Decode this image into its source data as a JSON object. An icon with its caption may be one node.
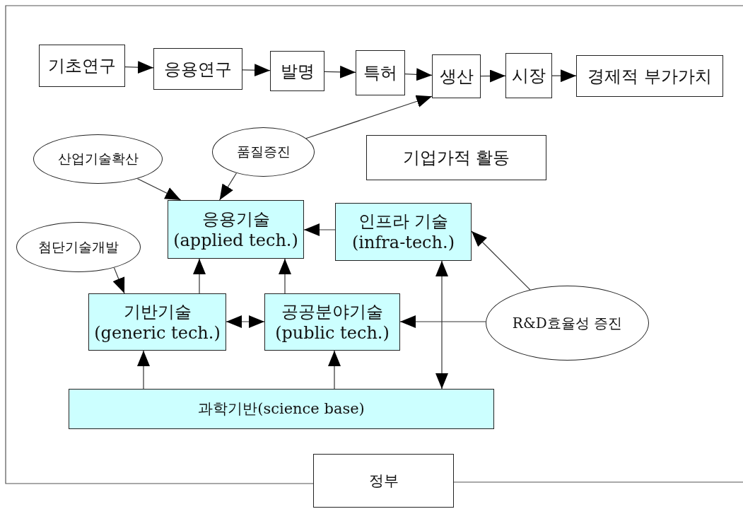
{
  "diagram": {
    "nodes": [
      {
        "text": [
          "기초연구"
        ]
      },
      {
        "text": [
          "응용연구"
        ]
      },
      {
        "text": [
          "발명"
        ]
      },
      {
        "text": [
          "특허"
        ]
      },
      {
        "text": [
          "생산"
        ]
      },
      {
        "text": [
          "시장"
        ]
      },
      {
        "text": [
          "경제적 부가가치"
        ]
      },
      {
        "text": [
          "산업기술확산"
        ]
      },
      {
        "text": [
          "품질증진"
        ]
      },
      {
        "text": [
          "기업가적 활동"
        ]
      },
      {
        "text": [
          "응용기술",
          "(applied tech.)"
        ]
      },
      {
        "text": [
          "인프라 기술",
          "(infra-tech.)"
        ]
      },
      {
        "text": [
          "첨단기술개발"
        ]
      },
      {
        "text": [
          "기반기술",
          "(generic tech.)"
        ]
      },
      {
        "text": [
          "공공분야기술",
          "(public tech.)"
        ]
      },
      {
        "text": [
          "R&D효율성 증진"
        ]
      },
      {
        "text": [
          "과학기반(science base)"
        ]
      },
      {
        "text": [
          "정부"
        ]
      }
    ],
    "edges": [
      {
        "from": 0,
        "to": 1,
        "arrow": "to"
      },
      {
        "from": 1,
        "to": 2,
        "arrow": "to"
      },
      {
        "from": 2,
        "to": 3,
        "arrow": "to"
      },
      {
        "from": 3,
        "to": 4,
        "arrow": "to"
      },
      {
        "from": 4,
        "to": 5,
        "arrow": "to"
      },
      {
        "from": 5,
        "to": 6,
        "arrow": "to"
      },
      {
        "from": 8,
        "to": 4,
        "arrow": "to"
      },
      {
        "from": 7,
        "to": 10,
        "arrow": "to"
      },
      {
        "from": 8,
        "to": 10,
        "arrow": "to"
      },
      {
        "from": 11,
        "to": 10,
        "arrow": "to"
      },
      {
        "from": 12,
        "to": 13,
        "arrow": "to"
      },
      {
        "from": 13,
        "to": 10,
        "arrow": "to"
      },
      {
        "from": 14,
        "to": 10,
        "arrow": "to"
      },
      {
        "from": 13,
        "to": 14,
        "arrow": "both"
      },
      {
        "from": 15,
        "to": 14,
        "arrow": "to"
      },
      {
        "from": 15,
        "to": 11,
        "arrow": "to"
      },
      {
        "from": 16,
        "to": 13,
        "arrow": "to"
      },
      {
        "from": 16,
        "to": 14,
        "arrow": "to"
      },
      {
        "from": 11,
        "to": 16,
        "arrow": "both"
      }
    ]
  }
}
